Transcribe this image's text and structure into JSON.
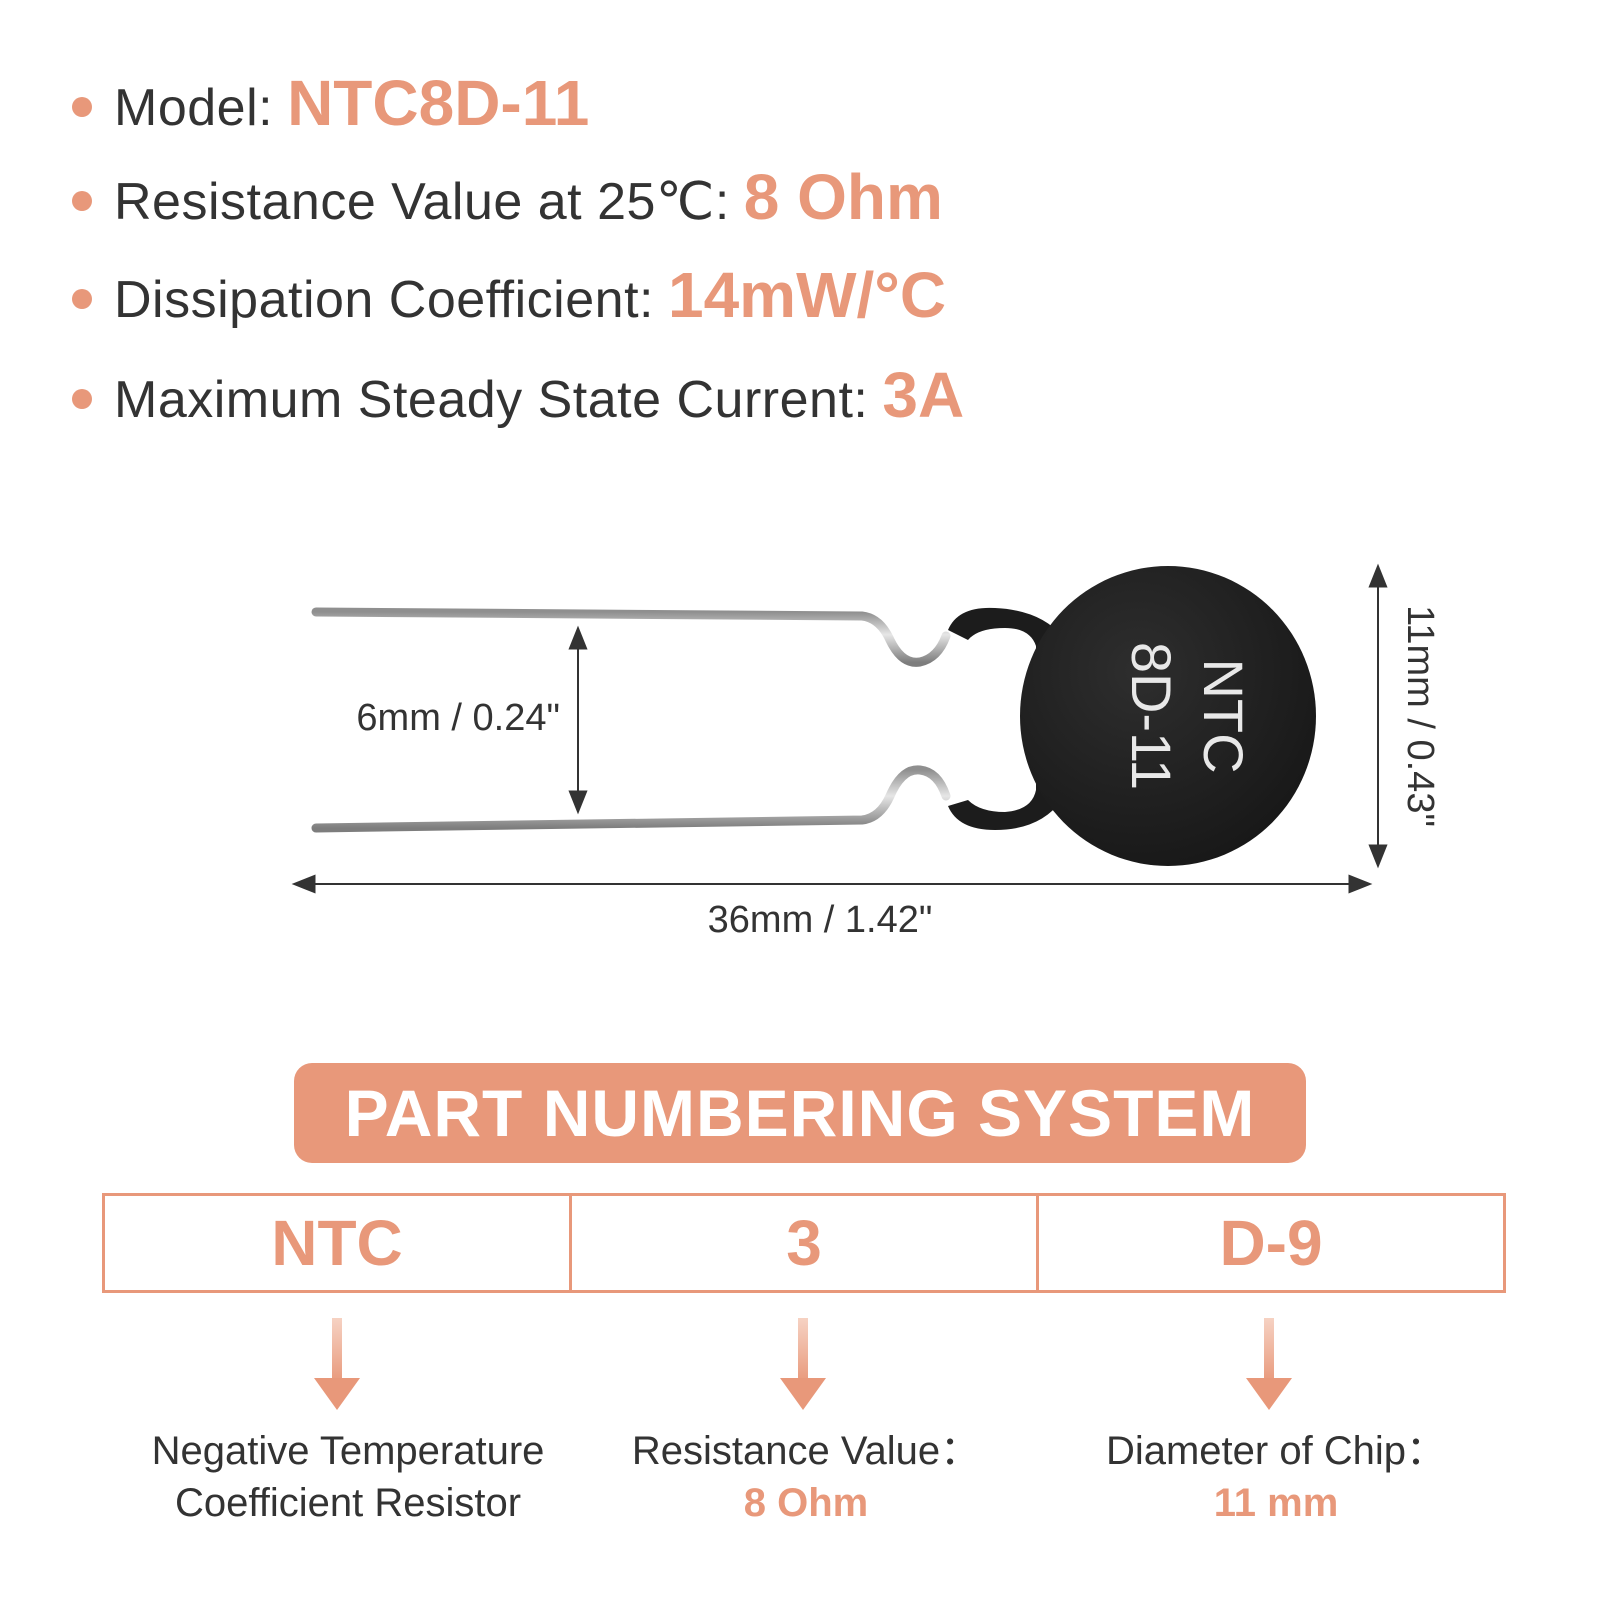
{
  "specs": [
    {
      "label": "Model:",
      "value": "NTC8D-11"
    },
    {
      "label": "Resistance Value at 25℃:",
      "value": "8 Ohm"
    },
    {
      "label": "Dissipation Coefficient:",
      "value": "14mW/°C"
    },
    {
      "label": "Maximum Steady State Current:",
      "value": "3A"
    }
  ],
  "diagram": {
    "lead_spacing": "6mm / 0.24\"",
    "total_length": "36mm / 1.42\"",
    "diameter": "11mm / 0.43\"",
    "chip_line1": "NTC",
    "chip_line2": "8D-11"
  },
  "banner": "PART NUMBERING SYSTEM",
  "parts": [
    {
      "code": "NTC",
      "desc_line1": "Negative Temperature",
      "desc_line2": "Coefficient Resistor",
      "value": ""
    },
    {
      "code": "3",
      "desc_line1": "Resistance Value：",
      "desc_line2": "",
      "value": "8 Ohm"
    },
    {
      "code": "D-9",
      "desc_line1": "Diameter of Chip：",
      "desc_line2": "",
      "value": "11 mm"
    }
  ],
  "colors": {
    "accent": "#e8987a",
    "text": "#333333",
    "chip": "#1f1f1f"
  }
}
